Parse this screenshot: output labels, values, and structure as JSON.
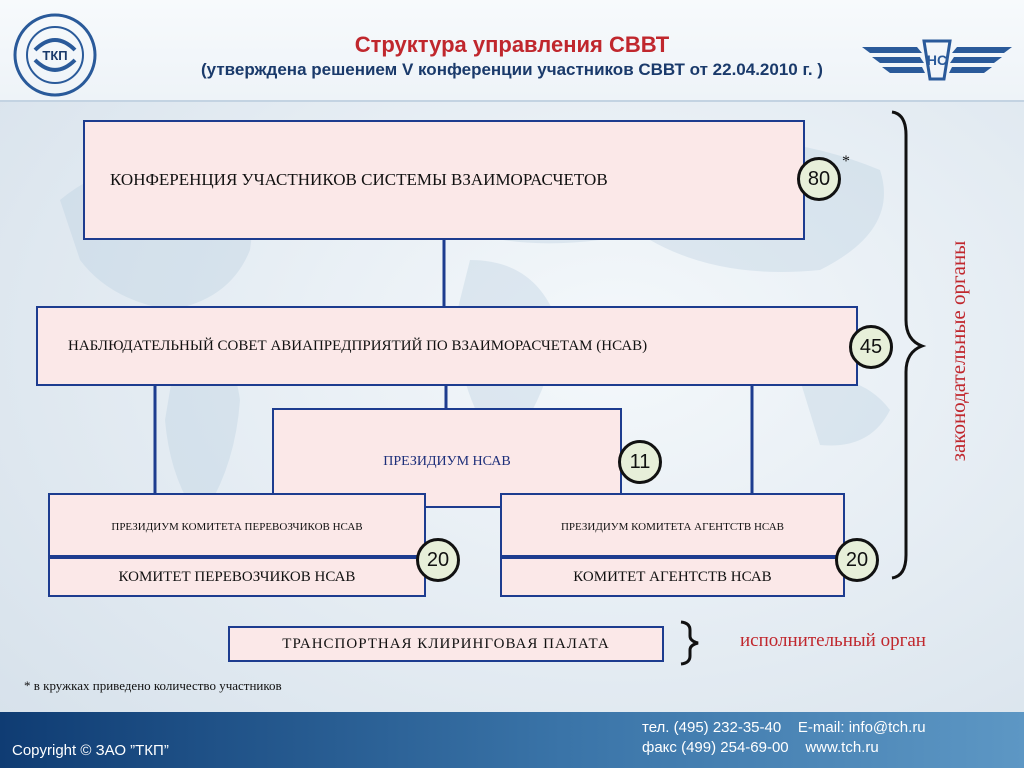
{
  "header": {
    "title": "Структура управления СВВТ",
    "subtitle": "(утверждена решением V конференции участников СВВТ от 22.04.2010 г. )",
    "logo_left_text": "ТКП",
    "logo_right_text": "НС"
  },
  "boxes": {
    "conference": "КОНФЕРЕНЦИЯ УЧАСТНИКОВ СИСТЕМЫ ВЗАИМОРАСЧЕТОВ",
    "nsav": "НАБЛЮДАТЕЛЬНЫЙ СОВЕТ АВИАПРЕДПРИЯТИЙ ПО ВЗАИМОРАСЧЕТАМ  (НСАВ)",
    "presidium": "ПРЕЗИДИУМ НСАВ",
    "presidium_carriers": "ПРЕЗИДИУМ КОМИТЕТА ПЕРЕВОЗЧИКОВ НСАВ",
    "committee_carriers": "КОМИТЕТ ПЕРЕВОЗЧИКОВ НСАВ",
    "presidium_agencies": "ПРЕЗИДИУМ КОМИТЕТА АГЕНТСТВ НСАВ",
    "committee_agencies": "КОМИТЕТ АГЕНТСТВ НСАВ",
    "clearing_house": "ТРАНСПОРТНАЯ   КЛИРИНГОВАЯ   ПАЛАТА"
  },
  "counts": {
    "conference": "80",
    "nsav": "45",
    "presidium": "11",
    "carriers": "20",
    "agencies": "20",
    "asterisk": "*"
  },
  "labels": {
    "legislative": "законодательные органы",
    "executive": "исполнительный орган",
    "footnote": "* в кружках приведено количество участников"
  },
  "footer": {
    "copyright": "Copyright © ЗАО ”ТКП”",
    "phone": "тел.  (495) 232-35-40",
    "fax": "факс (499) 254-69-00",
    "email": "E-mail: info@tch.ru",
    "web": "www.tch.ru"
  },
  "colors": {
    "title_red": "#c0272d",
    "box_border": "#1d3c8f",
    "box_fill": "#fbe8e8",
    "circle_fill": "#e7efd9"
  }
}
